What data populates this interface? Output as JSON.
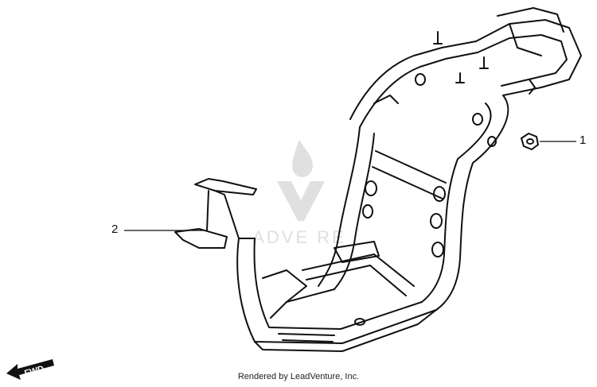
{
  "callouts": [
    {
      "number": "1"
    },
    {
      "number": "2"
    }
  ],
  "fwd_label": "FWD",
  "watermark_text": "ADVE     RE",
  "credit": "Rendered by LeadVenture, Inc.",
  "colors": {
    "line": "#111111",
    "watermark": "#d9d9d9"
  }
}
